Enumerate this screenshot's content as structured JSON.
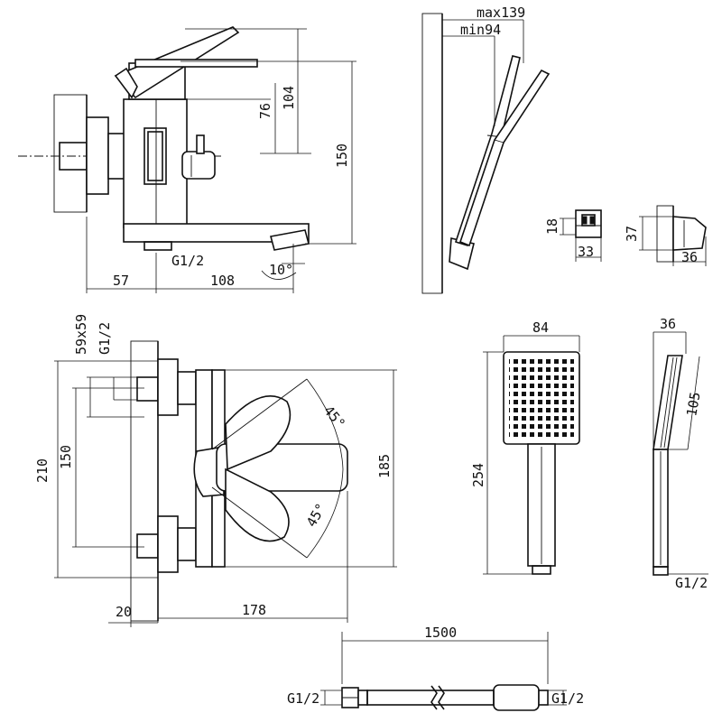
{
  "diagrams": {
    "faucet_side": {
      "dim_height_total": "150",
      "dim_height_104": "104",
      "dim_height_76": "76",
      "dim_wall_to_center": "57",
      "dim_spout_length": "108",
      "outlet_thread": "G1/2",
      "spout_angle": "10°"
    },
    "handshower_tilt": {
      "max_reach": "max139",
      "min_reach": "min94"
    },
    "holder": {
      "height": "18",
      "width": "33"
    },
    "wall_bracket": {
      "height": "37",
      "depth": "36"
    },
    "faucet_top": {
      "flange": "59x59",
      "inlet_thread": "G1/2",
      "overall_height": "210",
      "inlet_spacing": "150",
      "body_height": "185",
      "projection": "178",
      "wall_offset": "20",
      "angle_upper": "45°",
      "angle_lower": "45°"
    },
    "shower_head_front": {
      "head_width": "84",
      "overall_length": "254"
    },
    "shower_head_side": {
      "depth": "36",
      "head_length": "105",
      "thread": "G1/2"
    },
    "hose": {
      "length": "1500",
      "thread_left": "G1/2",
      "thread_right": "G1/2"
    }
  }
}
